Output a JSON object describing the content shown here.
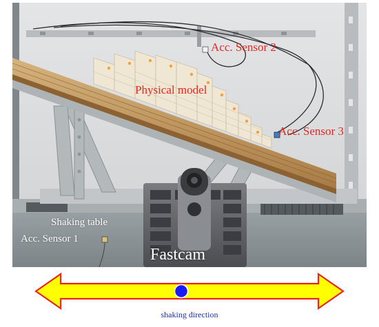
{
  "labels": {
    "sensor2": "Acc. Sensor 2",
    "model": "Physical model",
    "sensor3": "Acc. Sensor 3",
    "table": "Shaking table",
    "sensor1": "Acc. Sensor 1",
    "camera": "Fastcam"
  },
  "legend": {
    "caption": "shaking direction"
  },
  "colors": {
    "label_red": "#e8261f",
    "arrow_fill": "#ffff00",
    "arrow_outline": "#e8261f",
    "center_dot": "#1a1aff",
    "caption_text": "#1a2fbf"
  }
}
